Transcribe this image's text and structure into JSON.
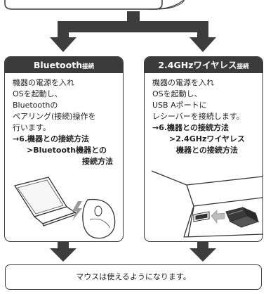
{
  "panels": {
    "bluetooth": {
      "title_main": "Bluetooth",
      "title_suffix": "接続",
      "lines": [
        "機器の電源を入れ",
        "OSを起動し、",
        "Bluetoothの",
        "ペアリング(接続)操作を",
        "行います。"
      ],
      "ref_1": "→6.機器との接続方法",
      "ref_2": ">Bluetooth機器との",
      "ref_3": "接続方法"
    },
    "wireless": {
      "title_main": "2.4GHzワイヤレス",
      "title_suffix": "接続",
      "lines": [
        "機器の電源を入れ",
        "OSを起動し、",
        "USB Aポートに",
        "レシーバーを接続します。"
      ],
      "ref_1": "→6.機器との接続方法",
      "ref_2": ">2.4GHzワイヤレス",
      "ref_3": "機器との接続方法"
    }
  },
  "footer": {
    "text": "マウスは使えるようになります。"
  },
  "colors": {
    "arrow": "#3d3d3d",
    "header": "#3b3b3b",
    "border": "#3a3a3a",
    "lightning": "#9a9a9a"
  }
}
